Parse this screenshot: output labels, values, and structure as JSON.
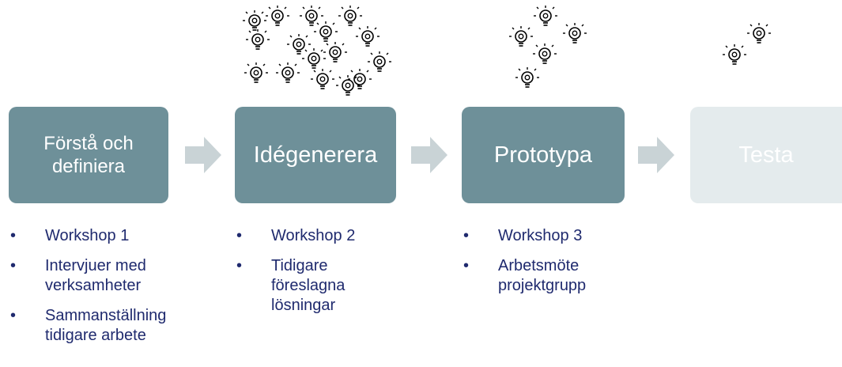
{
  "stages": [
    {
      "line1": "Förstå och",
      "line2": "definiera"
    },
    {
      "label": "Idégenerera"
    },
    {
      "label": "Prototypa"
    },
    {
      "label": "Testa"
    }
  ],
  "bullets": {
    "col1": [
      "Workshop 1",
      "Intervjuer med\nverksamheter",
      "Sammanställning\ntidigare arbete"
    ],
    "col2": [
      "Workshop 2",
      "Tidigare\nföreslagna\nlösningar"
    ],
    "col3": [
      "Workshop 3",
      "Arbetsmöte\nprojektgrupp"
    ]
  },
  "bullet_marker": "•",
  "colors": {
    "stage_active": "#6e9099",
    "stage_inactive": "#e4ebed",
    "arrow": "#c9d3d6",
    "bullet_text": "#1f2a6e"
  },
  "icons": {
    "idea": "lightbulb-icon",
    "flow": "arrow-right-icon"
  }
}
